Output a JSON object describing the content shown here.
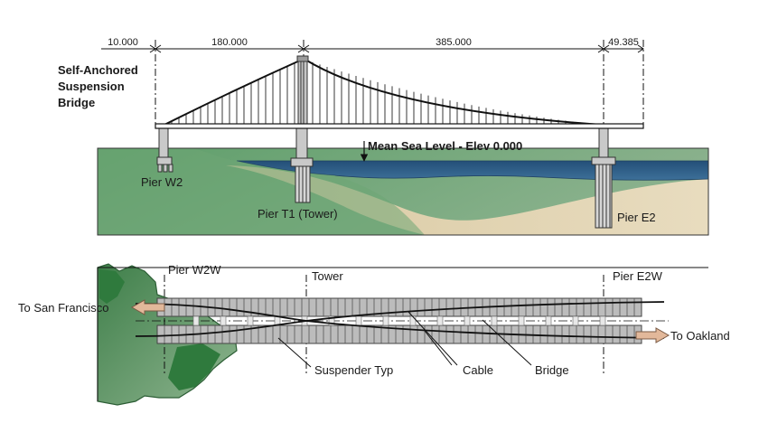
{
  "elevation_view": {
    "title_lines": [
      "Self-Anchored",
      "Suspension",
      "Bridge"
    ],
    "dimensions": [
      "10.000",
      "180.000",
      "385.000",
      "49.385"
    ],
    "mean_sea_level": "Mean Sea Level - Elev 0.000",
    "piers": {
      "w2": "Pier W2",
      "t1": "Pier T1 (Tower)",
      "e2": "Pier E2"
    }
  },
  "plan_view": {
    "pier_w2w": "Pier W2W",
    "tower": "Tower",
    "pier_e2w": "Pier E2W",
    "to_sf": "To San Francisco",
    "to_oakland": "To Oakland",
    "suspender": "Suspender Typ",
    "cable": "Cable",
    "bridge": "Bridge"
  },
  "colors": {
    "water": "#2d5b86",
    "ground": "#6da575",
    "sand": "#e1d2b0",
    "deck": "#b7b7b7"
  }
}
